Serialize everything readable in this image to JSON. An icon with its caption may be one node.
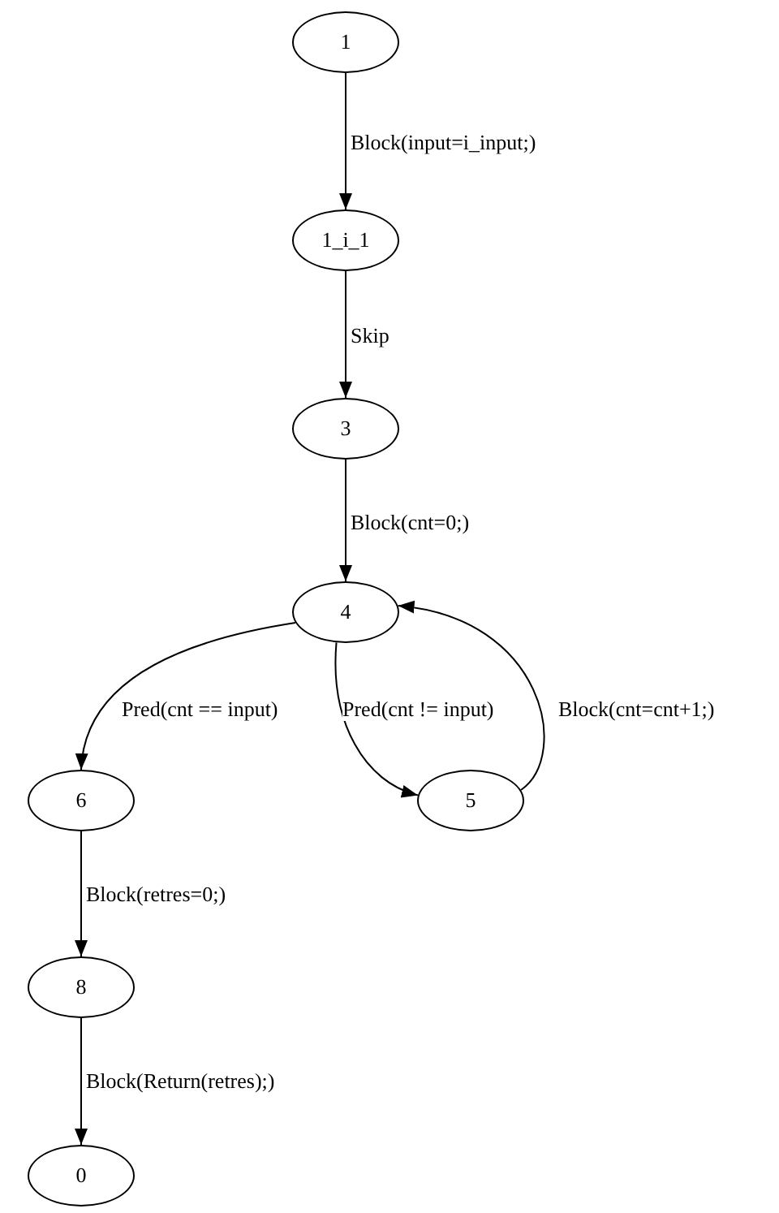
{
  "diagram": {
    "nodes": [
      {
        "text": [
          "1"
        ]
      },
      {
        "text": [
          "1_i_1"
        ]
      },
      {
        "text": [
          "3"
        ]
      },
      {
        "text": [
          "4"
        ]
      },
      {
        "text": [
          "6"
        ]
      },
      {
        "text": [
          "5"
        ]
      },
      {
        "text": [
          "8"
        ]
      },
      {
        "text": [
          "0"
        ]
      }
    ],
    "edges": [
      {
        "from": 0,
        "to": 1,
        "arrow": "to",
        "label": "Block(input=i_input;)"
      },
      {
        "from": 1,
        "to": 2,
        "arrow": "to",
        "label": "Skip"
      },
      {
        "from": 2,
        "to": 3,
        "arrow": "to",
        "label": "Block(cnt=0;)"
      },
      {
        "from": 3,
        "to": 4,
        "arrow": "to",
        "label": "Pred(cnt == input)"
      },
      {
        "from": 3,
        "to": 5,
        "arrow": "to",
        "label": "Pred(cnt != input)"
      },
      {
        "from": 5,
        "to": 3,
        "arrow": "to",
        "label": "Block(cnt=cnt+1;)"
      },
      {
        "from": 4,
        "to": 6,
        "arrow": "to",
        "label": "Block(retres=0;)"
      },
      {
        "from": 6,
        "to": 7,
        "arrow": "to",
        "label": "Block(Return(retres);)"
      }
    ]
  }
}
